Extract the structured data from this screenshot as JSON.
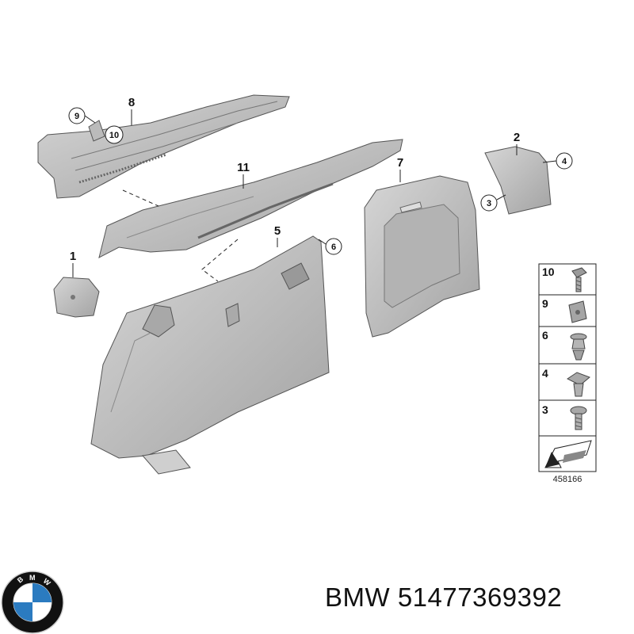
{
  "callouts": {
    "c1": "1",
    "c2": "2",
    "c3": "3",
    "c4": "4",
    "c5": "5",
    "c6": "6",
    "c7": "7",
    "c8": "8",
    "c9": "9",
    "c10": "10",
    "c11": "11"
  },
  "legend": {
    "rows": [
      {
        "number": "10",
        "icon": "bolt-icon"
      },
      {
        "number": "9",
        "icon": "clip-nut-icon"
      },
      {
        "number": "6",
        "icon": "push-rivet-icon"
      },
      {
        "number": "4",
        "icon": "expanding-clip-icon"
      },
      {
        "number": "3",
        "icon": "screw-clip-icon"
      }
    ],
    "arrow_icon": "cargo-arrow-icon",
    "ref": "458166"
  },
  "brand": {
    "logo_letters": "BMW",
    "name": "BMW",
    "part_number": "51477369392",
    "colors": {
      "blue": "#2b7bc0",
      "black": "#111111",
      "part_fill": "#bdbdbd",
      "part_dark": "#8f8f8f"
    }
  }
}
